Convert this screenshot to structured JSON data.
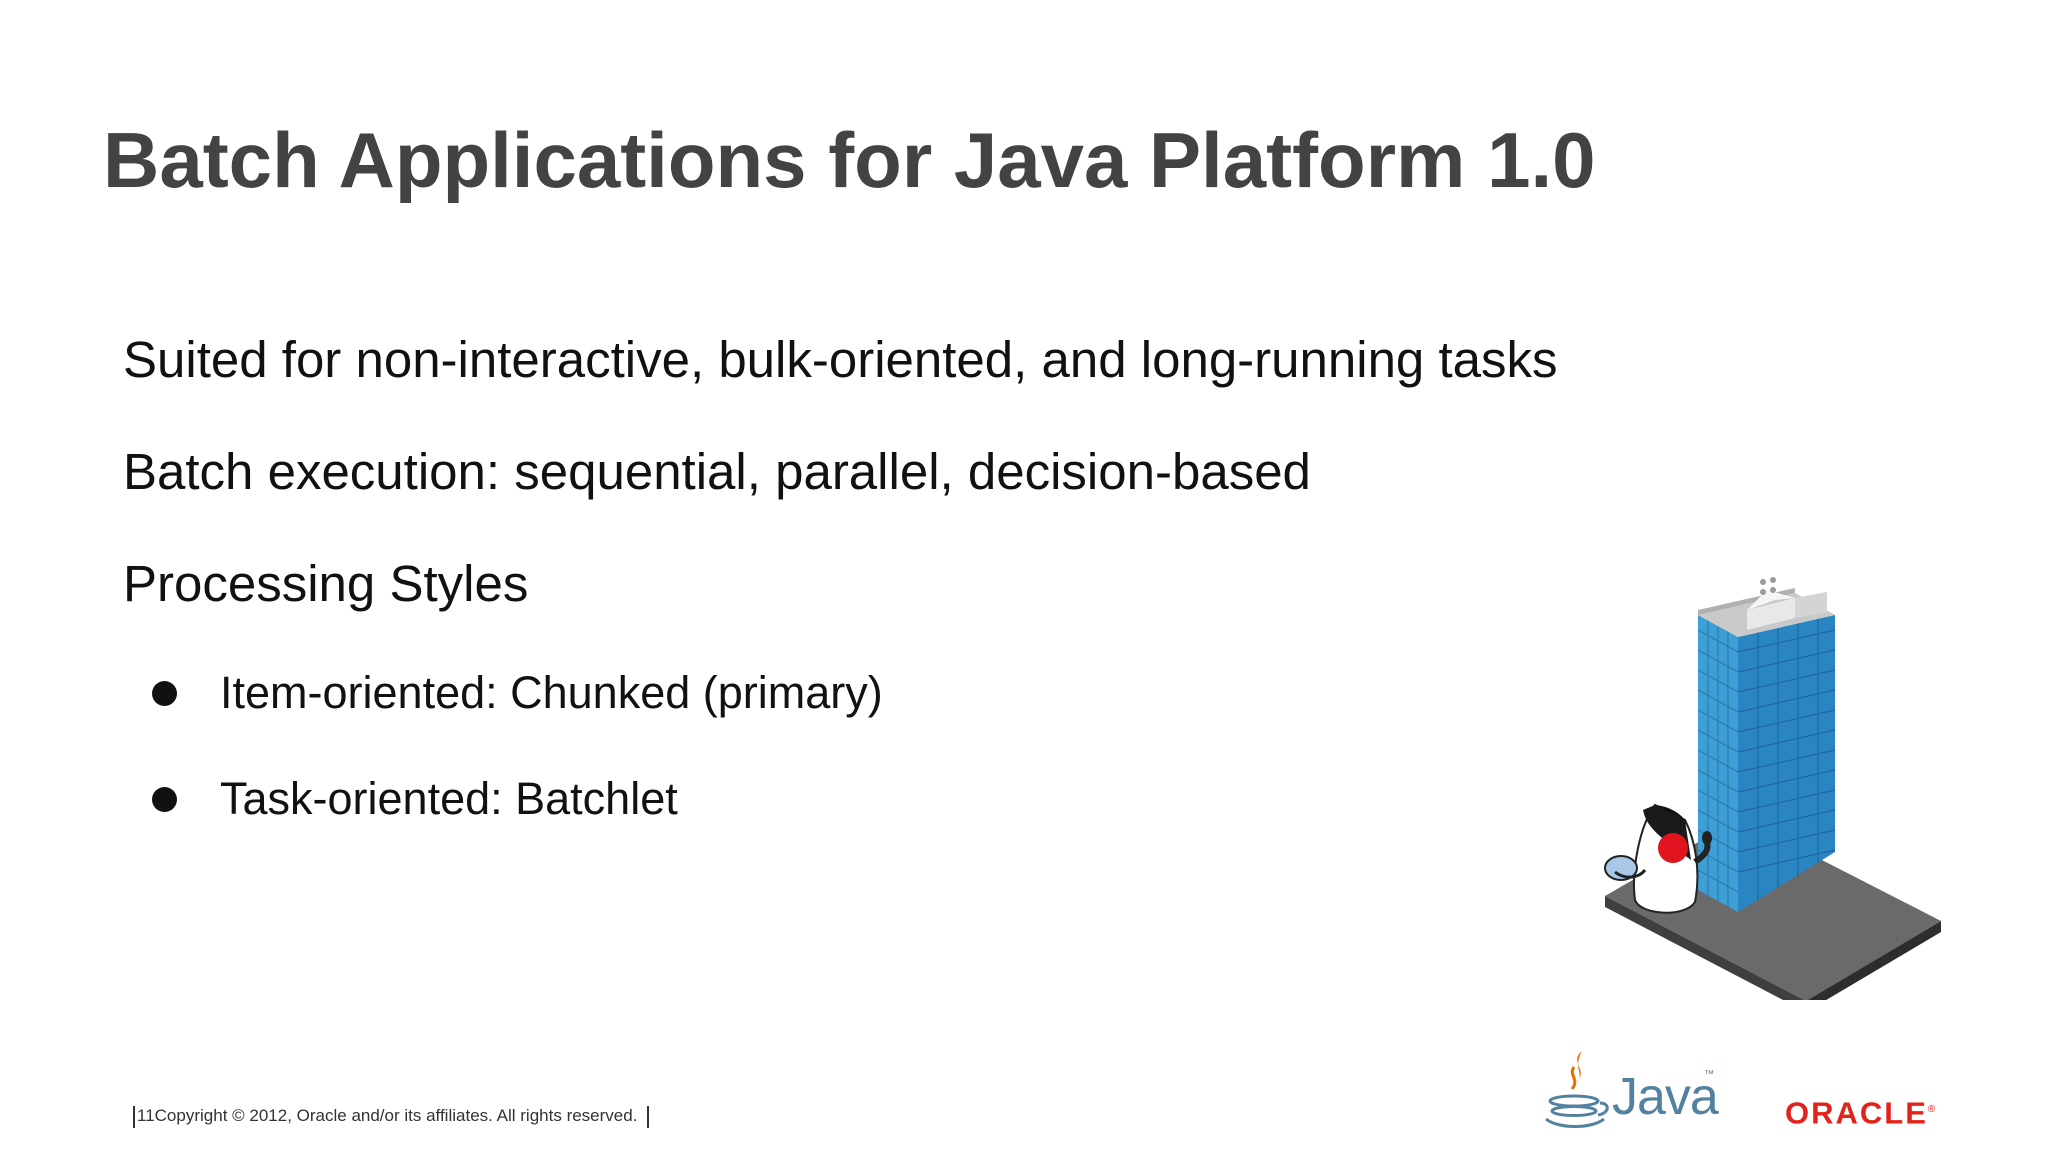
{
  "slide": {
    "title": "Batch Applications for Java Platform 1.0",
    "bullets": [
      "Suited for non-interactive, bulk-oriented, and long-running tasks",
      "Batch execution: sequential, parallel, decision-based",
      "Processing Styles"
    ],
    "sub_bullets": [
      "Item-oriented: Chunked (primary)",
      "Task-oriented: Batchlet"
    ]
  },
  "illustration": {
    "icon": "duke-mascot-with-office-building-icon"
  },
  "footer": {
    "page_number": "11",
    "copyright": "Copyright © 2012, Oracle and/or its affiliates. All rights reserved."
  },
  "logos": {
    "java": "Java",
    "java_tm": "™",
    "oracle": "ORACLE",
    "oracle_mark": "®"
  },
  "colors": {
    "title": "#434343",
    "body_text": "#111111",
    "java_blue": "#5382a1",
    "java_flame": "#e76f00",
    "oracle_red": "#e2231a",
    "building_blue": "#3d9fd6"
  }
}
